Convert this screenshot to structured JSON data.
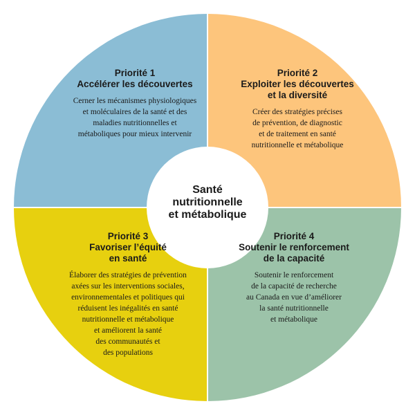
{
  "colors": {
    "q1": "#8bbdd5",
    "q2": "#fdc57c",
    "q3": "#e7d00f",
    "q4": "#9cc3a9",
    "center": "#ffffff"
  },
  "center": {
    "lines": [
      "Santé",
      "nutritionnelle",
      "et métabolique"
    ]
  },
  "quadrants": [
    {
      "id": "q1",
      "title_lines": [
        "Priorité 1",
        "Accélérer les découvertes"
      ],
      "body_lines": [
        "Cerner les mécanismes physiologiques",
        "et moléculaires de la santé et des",
        "maladies nutritionnelles et",
        "métaboliques pour mieux intervenir"
      ]
    },
    {
      "id": "q2",
      "title_lines": [
        "Priorité 2",
        "Exploiter les découvertes",
        "et la diversité"
      ],
      "body_lines": [
        "Créer des stratégies précises",
        "de prévention, de diagnostic",
        "et de traitement en santé",
        "nutritionnelle et métabolique"
      ]
    },
    {
      "id": "q3",
      "title_lines": [
        "Priorité 3",
        "Favoriser l’équité",
        "en santé"
      ],
      "body_lines": [
        "Élaborer des stratégies de prévention",
        "axées sur les interventions sociales,",
        "environnementales et politiques qui",
        "réduisent les inégalités en santé",
        "nutritionnelle et métabolique",
        "et améliorent la santé",
        "des communautés et",
        "des populations"
      ]
    },
    {
      "id": "q4",
      "title_lines": [
        "Priorité 4",
        "Soutenir le renforcement",
        "de la capacité"
      ],
      "body_lines": [
        "Soutenir le renforcement",
        "de la capacité de recherche",
        "au Canada en vue d’améliorer",
        "la santé nutritionnelle",
        "et métabolique"
      ]
    }
  ]
}
